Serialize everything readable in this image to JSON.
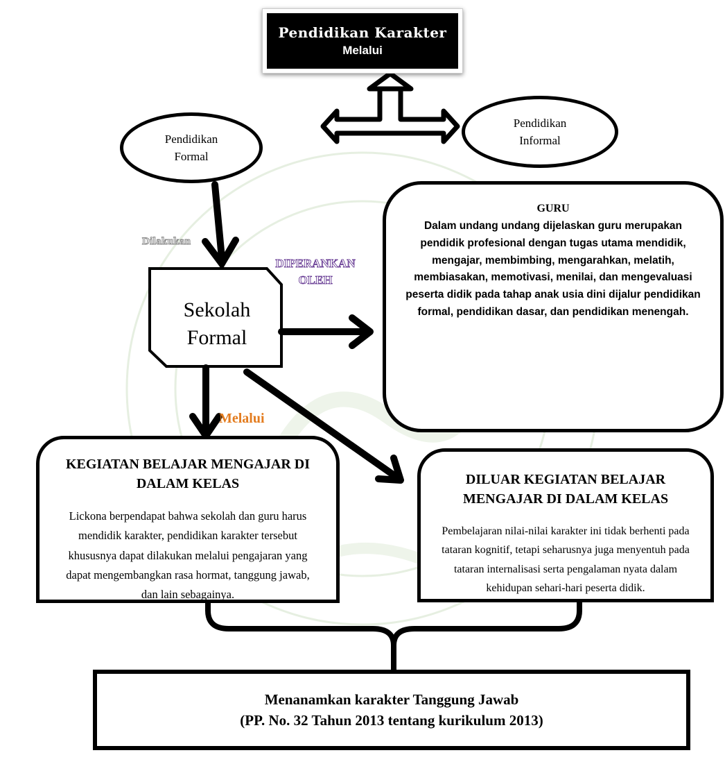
{
  "title": {
    "main": "Pendidikan Karakter",
    "sub": "Melalui"
  },
  "formal": {
    "line1": "Pendidikan",
    "line2": "Formal"
  },
  "informal": {
    "line1": "Pendidikan",
    "line2": "Informal"
  },
  "labels": {
    "dilakukan": "Dilakukan",
    "diperankan_1": "DIPERANKAN",
    "diperankan_2": "OLEH",
    "melalui": "Melalui"
  },
  "sekolah": {
    "line1": "Sekolah",
    "line2": "Formal"
  },
  "guru": {
    "title": "GURU",
    "text": "Dalam undang undang dijelaskan guru merupakan pendidik profesional dengan tugas utama mendidik, mengajar, membimbing, mengarahkan, melatih, membiasakan, memotivasi, menilai, dan mengevaluasi peserta didik pada tahap anak usia dini dijalur pendidikan formal, pendidikan dasar, dan pendidikan menengah."
  },
  "kegiatan_dalam": {
    "title": "KEGIATAN BELAJAR MENGAJAR DI DALAM KELAS",
    "text": "Lickona berpendapat bahwa sekolah dan guru harus mendidik karakter, pendidikan karakter tersebut khususnya dapat dilakukan melalui pengajaran yang dapat mengembangkan rasa hormat, tanggung jawab, dan lain sebagainya."
  },
  "kegiatan_luar": {
    "title": "DILUAR KEGIATAN BELAJAR MENGAJAR DI DALAM KELAS",
    "text": "Pembelajaran nilai-nilai karakter ini tidak berhenti pada tataran kognitif, tetapi seharusnya juga menyentuh pada tataran internalisasi serta pengalaman nyata dalam kehidupan sehari-hari peserta didik."
  },
  "bottom": {
    "line1": "Menanamkan karakter Tanggung Jawab",
    "line2": "(PP. No. 32 Tahun 2013 tentang kurikulum 2013)"
  },
  "colors": {
    "melalui": "#e37c1f",
    "diperankan_outline": "#5a2a8a",
    "dilakukan_outline": "#888888",
    "watermark": "#d9e8d0"
  }
}
